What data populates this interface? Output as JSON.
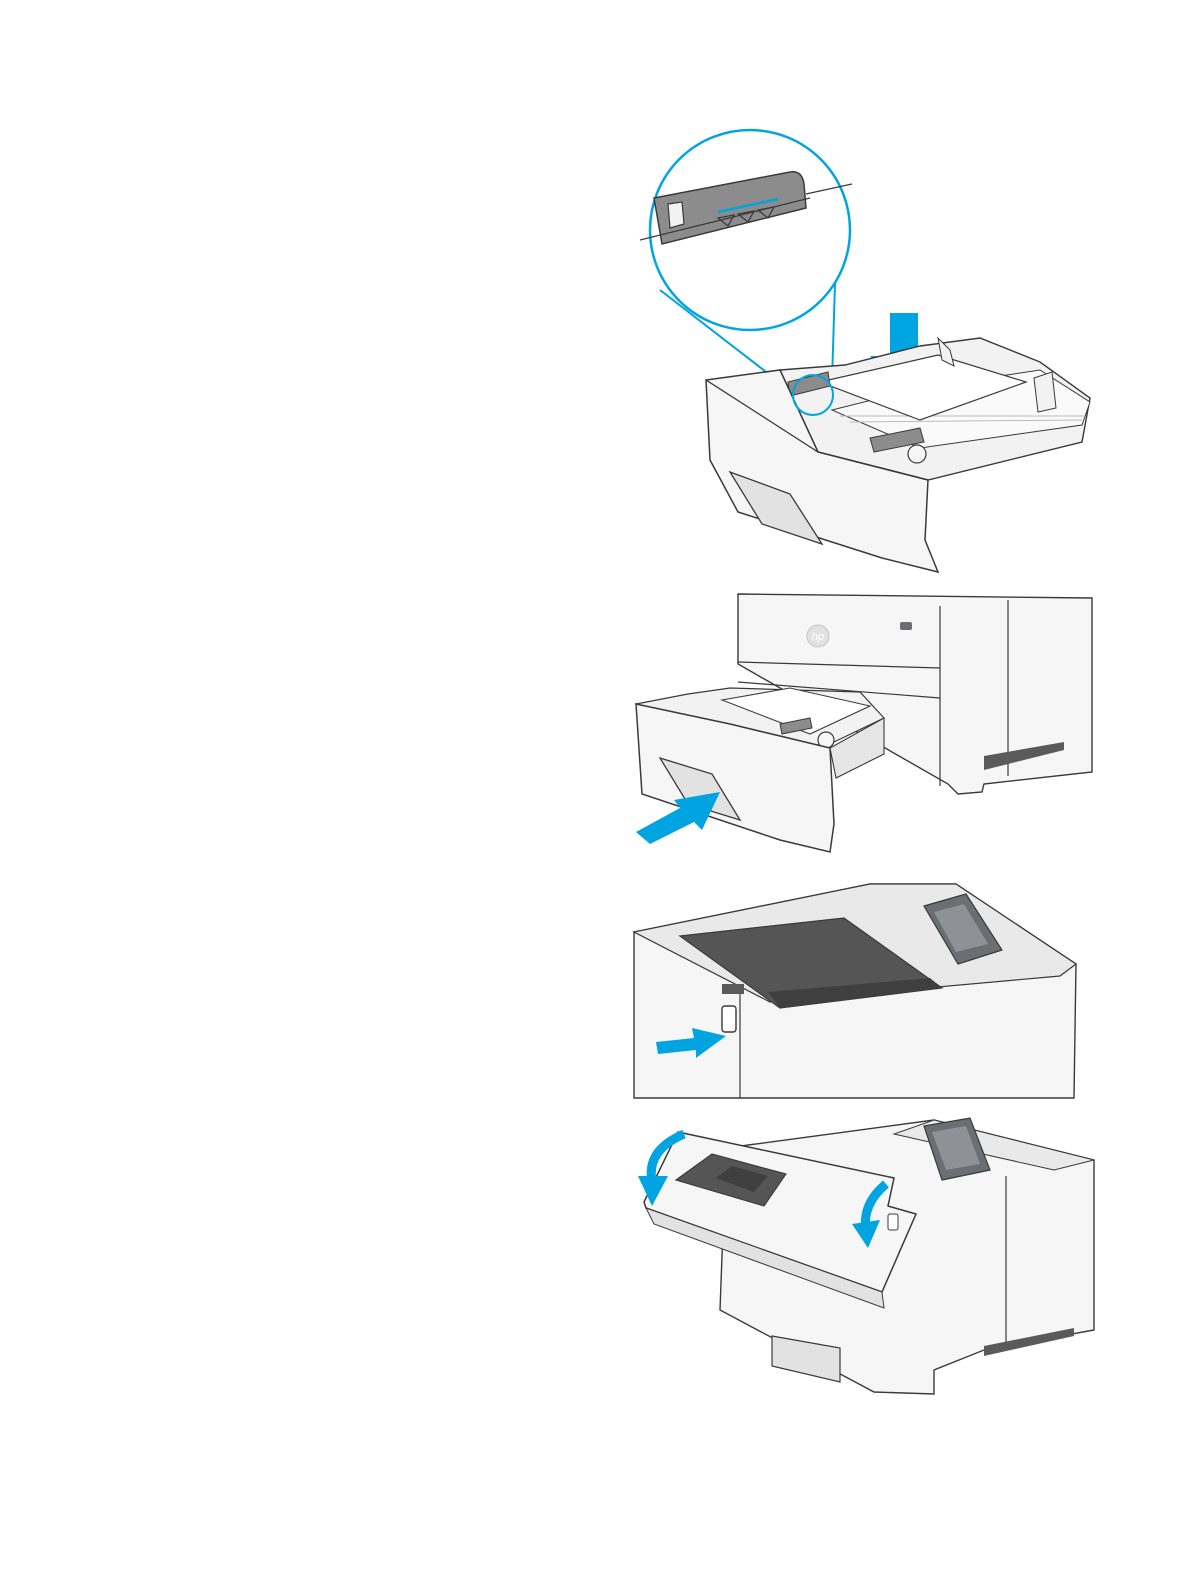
{
  "figure": {
    "steps": [
      {
        "name": "step-1-load-paper-tray",
        "icons": [
          "down-arrow-icon",
          "magnifier-callout",
          "paper-tray",
          "fill-limit-marks-icon"
        ]
      },
      {
        "name": "step-2-close-tray",
        "icons": [
          "push-arrow-icon",
          "printer-body",
          "paper-tray",
          "hp-logo-icon"
        ]
      },
      {
        "name": "step-3-press-door-button",
        "icons": [
          "push-arrow-icon",
          "printer-top",
          "control-panel",
          "door-release-button"
        ]
      },
      {
        "name": "step-4-close-front-door",
        "icons": [
          "curved-arrow-icon",
          "curved-arrow-icon",
          "printer-body",
          "front-door"
        ]
      }
    ]
  },
  "colors": {
    "accent": "#00a4e0",
    "line": "#3a3a3a",
    "body": "#f6f6f6",
    "shade": "#e2e2e2",
    "dark": "#5a5a5a",
    "screen": "#6b6f73"
  }
}
